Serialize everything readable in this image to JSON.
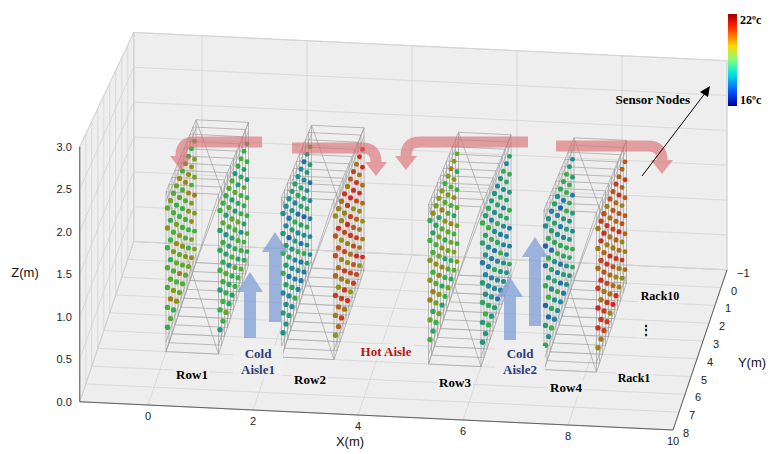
{
  "diagram": {
    "labels": [
      "Z(m)",
      "0.0",
      "0.5",
      "1.0",
      "1.5",
      "2.0",
      "2.5",
      "3.0",
      "0",
      "2",
      "4",
      "6",
      "8",
      "10",
      "X(m)",
      "−1",
      "0",
      "1",
      "2",
      "3",
      "4",
      "5",
      "6",
      "7",
      "8",
      "Y(m)",
      "Row1",
      "Cold Aisle1",
      "Row2",
      "Hot Aisle",
      "Row3",
      "Cold Aisle2",
      "Row4",
      "Rack10",
      "⋮",
      "Rack1",
      "Sensor Nodes",
      "22ºc",
      "16ºc"
    ]
  }
}
